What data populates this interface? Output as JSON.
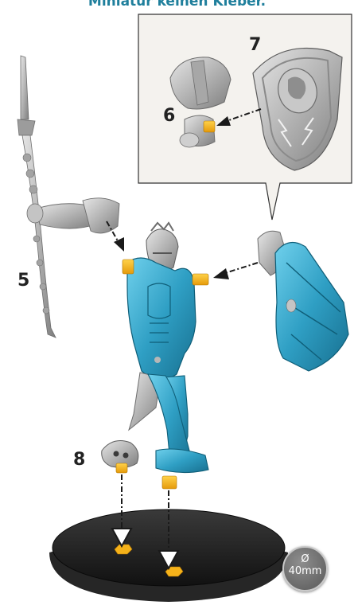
{
  "caption": "Miniatur keinen Kleber.",
  "steps": {
    "s5": "5",
    "s6": "6",
    "s7": "7",
    "s8": "8"
  },
  "base": {
    "symbol": "Ø",
    "size": "40mm"
  },
  "colors": {
    "accent": "#1f7f9c",
    "blue_parts": "#2f9fc4",
    "peg": "#f5b21a",
    "grey_parts": "#b9b9b9",
    "base": "#1c1c1c"
  },
  "icons": {
    "badge": "diameter-badge"
  }
}
